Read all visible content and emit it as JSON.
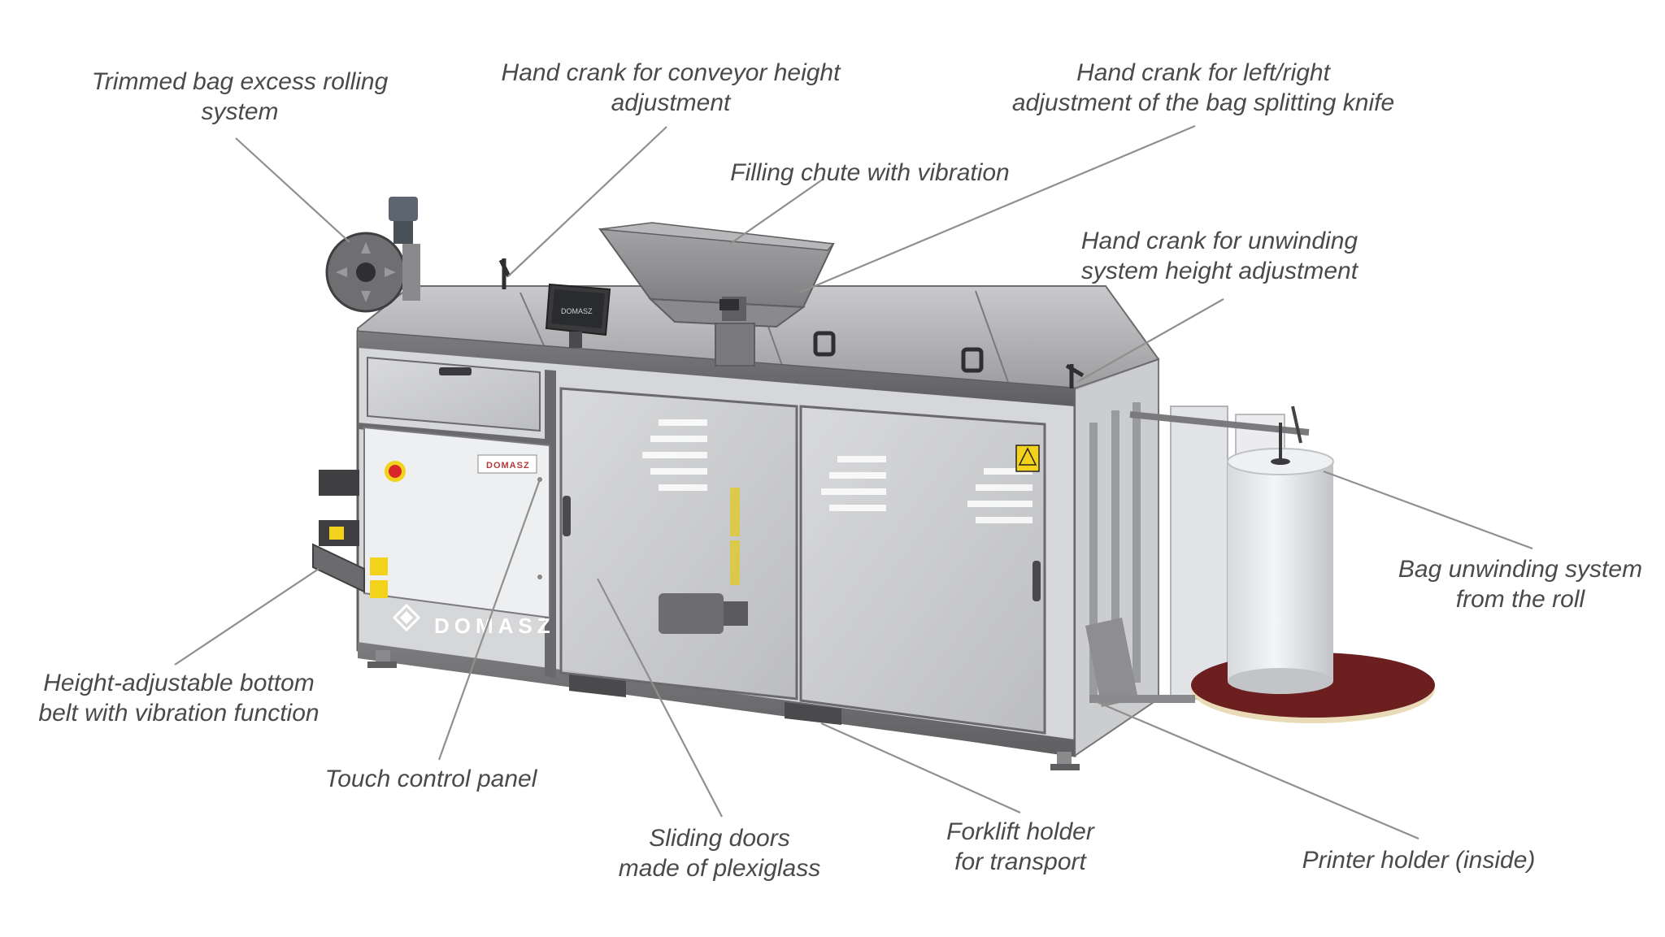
{
  "brand": {
    "name": "DOMASZ",
    "accent_color": "#5c5c5c",
    "steel_color": "#8e8e90",
    "red_button_color": "#d8262a",
    "warning_label_color": "#f2d21b",
    "turntable_color": "#6b1f1f"
  },
  "callouts": [
    {
      "id": "trimmed-bag",
      "lines": [
        "Trimmed bag excess rolling",
        "system"
      ]
    },
    {
      "id": "conveyor-crank",
      "lines": [
        "Hand crank for conveyor height",
        "adjustment"
      ]
    },
    {
      "id": "knife-crank",
      "lines": [
        "Hand crank for left/right",
        "adjustment of the bag splitting knife"
      ]
    },
    {
      "id": "filling-chute",
      "lines": [
        "Filling chute with vibration"
      ]
    },
    {
      "id": "unwinding-crank",
      "lines": [
        "Hand crank for unwinding",
        "system height adjustment"
      ]
    },
    {
      "id": "bag-unwinding",
      "lines": [
        "Bag unwinding system",
        "from the roll"
      ]
    },
    {
      "id": "bottom-belt",
      "lines": [
        "Height-adjustable bottom",
        "belt with vibration function"
      ]
    },
    {
      "id": "touch-panel",
      "lines": [
        "Touch control panel"
      ]
    },
    {
      "id": "sliding-doors",
      "lines": [
        "Sliding doors",
        "made of plexiglass"
      ]
    },
    {
      "id": "forklift-holder",
      "lines": [
        "Forklift holder",
        "for transport"
      ]
    },
    {
      "id": "printer-holder",
      "lines": [
        "Printer holder (inside)"
      ]
    }
  ]
}
